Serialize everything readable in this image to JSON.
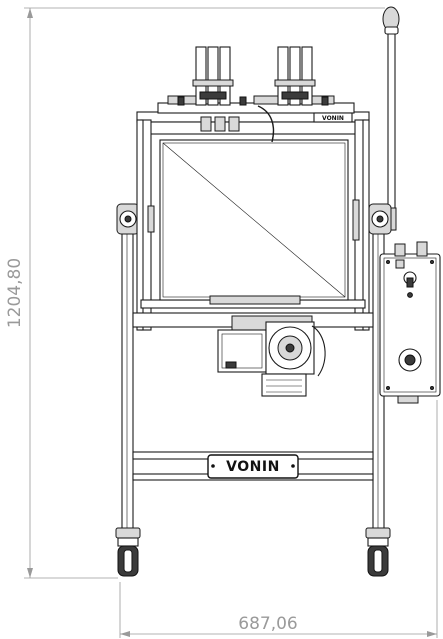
{
  "dimensions": {
    "height_label": "1204,80",
    "width_label": "687,06"
  },
  "branding": {
    "front_plate": "VONIN",
    "top_plate": "VONIN"
  }
}
